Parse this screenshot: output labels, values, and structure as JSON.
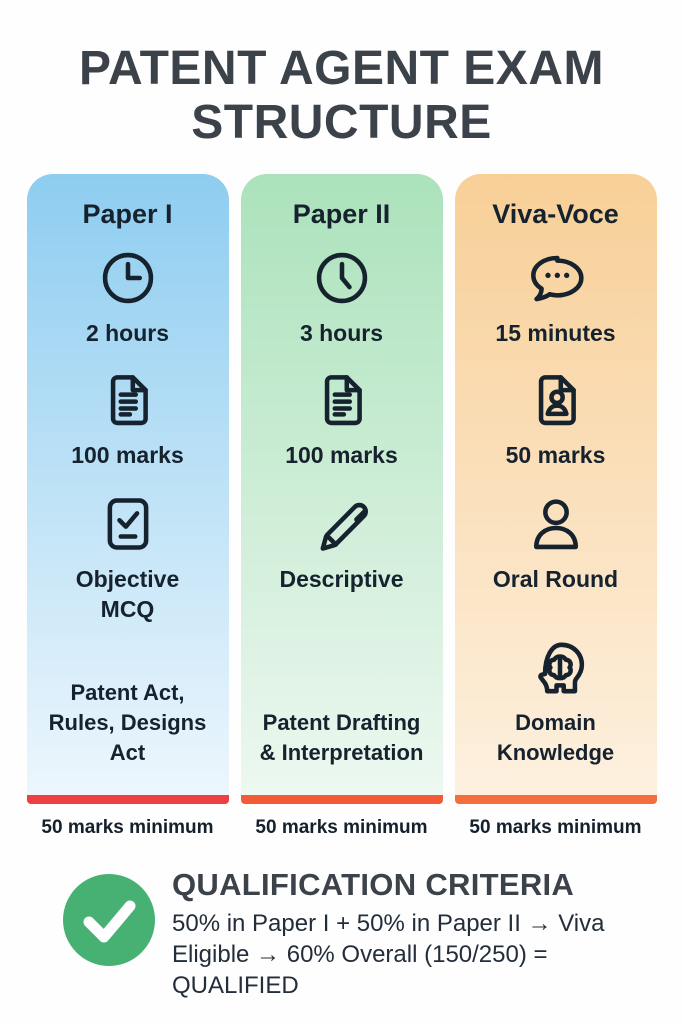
{
  "title_line1": "PATENT AGENT EXAM",
  "title_line2": "STRUCTURE",
  "cards": [
    {
      "title": "Paper I",
      "duration": "2 hours",
      "marks": "100 marks",
      "format": "Objective\nMCQ",
      "subject": "Patent Act,\nRules, Designs\nAct",
      "footnote": "50 marks minimum",
      "gradient_top": "#8ecdf0",
      "gradient_bottom": "#eef7fd",
      "bar_color": "#ee4040",
      "icons": [
        "clock-icon",
        "document-icon",
        "checkbox-icon"
      ]
    },
    {
      "title": "Paper II",
      "duration": "3 hours",
      "marks": "100 marks",
      "format": "Descriptive",
      "subject": "Patent Drafting\n& Interpretation",
      "footnote": "50 marks minimum",
      "gradient_top": "#abe2bb",
      "gradient_bottom": "#eef8f1",
      "bar_color": "#f25b36",
      "icons": [
        "clock-icon",
        "document-icon",
        "pen-icon"
      ]
    },
    {
      "title": "Viva-Voce",
      "duration": "15 minutes",
      "marks": "50 marks",
      "format": "Oral Round",
      "subject": "Domain\nKnowledge",
      "footnote": "50 marks minimum",
      "gradient_top": "#f8cf97",
      "gradient_bottom": "#fdf1e0",
      "bar_color": "#f3703e",
      "icons": [
        "chat-icon",
        "person-document-icon",
        "person-icon",
        "head-brain-icon"
      ]
    }
  ],
  "qualification": {
    "heading": "QUALIFICATION CRITERIA",
    "body": "50% in Paper I + 50% in Paper II → Viva\nEligible → 60% Overall (150/250) =\nQUALIFIED",
    "check_color": "#46b173"
  }
}
